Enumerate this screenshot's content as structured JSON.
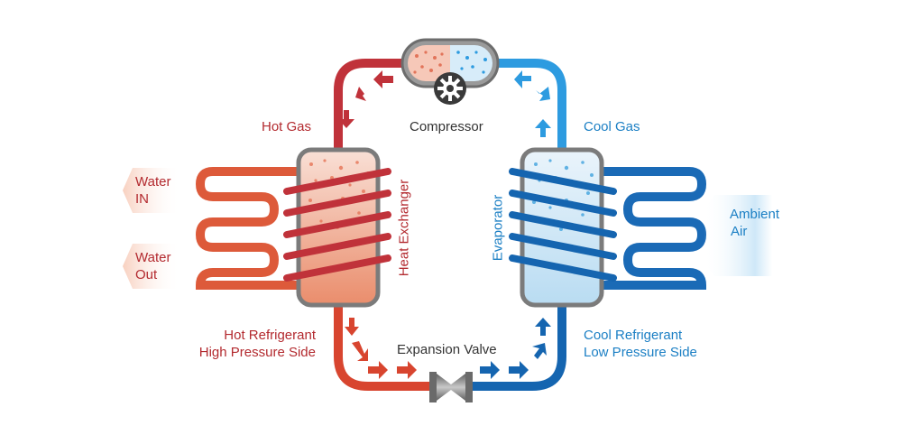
{
  "labels": {
    "compressor": "Compressor",
    "hot_gas": "Hot Gas",
    "cool_gas": "Cool Gas",
    "heat_exchanger": "Heat Exchanger",
    "evaporator": "Evaporator",
    "water_in": [
      "Water",
      "IN"
    ],
    "water_out": [
      "Water",
      "Out"
    ],
    "ambient_air": [
      "Ambient",
      "Air"
    ],
    "hot_refrigerant": [
      "Hot Refrigerant",
      "High Pressure Side"
    ],
    "cool_refrigerant": [
      "Cool Refrigerant",
      "Low Pressure Side"
    ],
    "expansion_valve": "Expansion Valve"
  },
  "colors": {
    "hot": "#d8452f",
    "hot_dark": "#b32a2f",
    "cool": "#1e8fd6",
    "cool_dark": "#1565b0",
    "metal": "#8a8a8a",
    "gear": "#3a3a3a"
  },
  "icons": {
    "compressor": "gear-icon",
    "valve": "expansion-valve-icon",
    "flow": "arrow-icon"
  }
}
